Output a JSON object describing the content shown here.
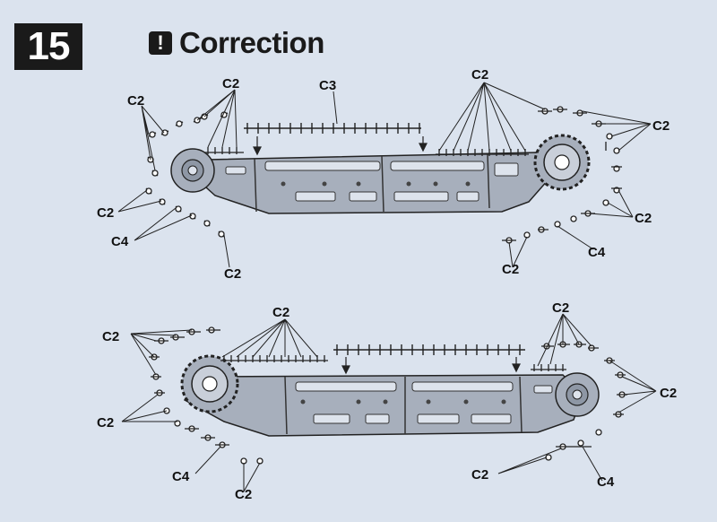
{
  "step": {
    "number": "15"
  },
  "header": {
    "title": "Correction",
    "icon": "exclamation-icon"
  },
  "assemblies": [
    {
      "labels": [
        "C2",
        "C2",
        "C3",
        "C2",
        "C2",
        "C2",
        "C2",
        "C4",
        "C2",
        "C4",
        "C2"
      ]
    },
    {
      "labels": [
        "C2",
        "C2",
        "C2",
        "C2",
        "C2",
        "C4",
        "C2",
        "C2",
        "C4"
      ]
    }
  ],
  "colors": {
    "background": "#dbe3ee",
    "frame": "#a7afbc",
    "ink": "#1a1a1a"
  }
}
